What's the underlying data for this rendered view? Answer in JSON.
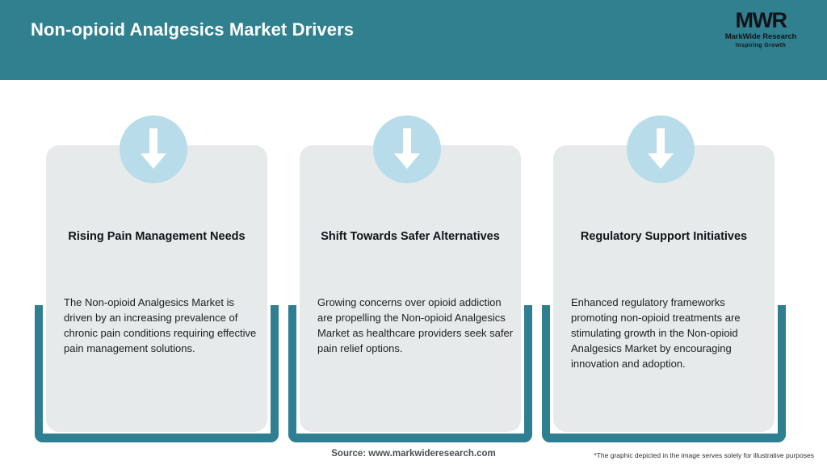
{
  "header": {
    "title": "Non-opioid Analgesics Market Drivers",
    "background_color": "#31808f",
    "title_color": "#ffffff"
  },
  "logo": {
    "mark": "MWR",
    "name": "MarkWide Research",
    "tagline": "Inspiring Growth"
  },
  "theme": {
    "accent_teal": "#2f7f92",
    "card_background": "#e6eaeb",
    "icon_circle": "#b9dcea",
    "icon_arrow": "#ffffff"
  },
  "cards": [
    {
      "icon": "arrow-down-icon",
      "title": "Rising Pain Management Needs",
      "body": "The Non-opioid Analgesics Market is driven by an increasing prevalence of chronic pain conditions requiring effective pain management solutions."
    },
    {
      "icon": "arrow-down-icon",
      "title": "Shift Towards Safer Alternatives",
      "body": "Growing concerns over opioid addiction are propelling the Non-opioid Analgesics Market as healthcare providers seek safer pain relief options."
    },
    {
      "icon": "arrow-down-icon",
      "title": "Regulatory Support Initiatives",
      "body": "Enhanced regulatory frameworks promoting non-opioid treatments are stimulating growth in the Non-opioid Analgesics Market by encouraging innovation and adoption."
    }
  ],
  "footer": {
    "source": "Source: www.markwideresearch.com",
    "disclaimer": "*The graphic depicted in the image serves solely for illustrative purposes"
  }
}
